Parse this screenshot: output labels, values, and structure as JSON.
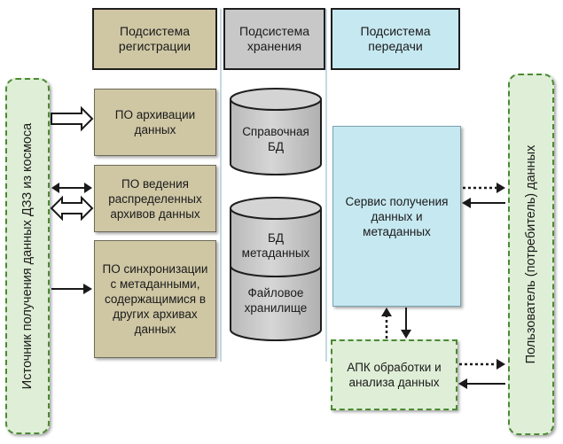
{
  "headers": {
    "registration": "Подсистема регистрации",
    "storage": "Подсистема хранения",
    "transfer": "Подсистема передачи"
  },
  "source": "Источник получения данных ДЗЗ из космоса",
  "consumer": "Пользователь (потребитель) данных",
  "registration_boxes": {
    "archiving": "ПО архивации данных",
    "distributed": "ПО ведения распределенных архивов данных",
    "sync": "ПО синхронизации с метаданными, содержащимися в других архивах данных"
  },
  "storage_items": {
    "reference_db": "Справочная БД",
    "metadata_db": "БД метаданных",
    "file_storage": "Файловое хранилище"
  },
  "transfer_items": {
    "service": "Сервис получения данных и метаданных",
    "apk": "АПК обработки и анализа данных"
  },
  "colors": {
    "registration": "#cfc7a4",
    "storage": "#c8c8c8",
    "transfer": "#c6e8f1",
    "external": "#dfeed6",
    "external_border": "#4a8a33"
  }
}
